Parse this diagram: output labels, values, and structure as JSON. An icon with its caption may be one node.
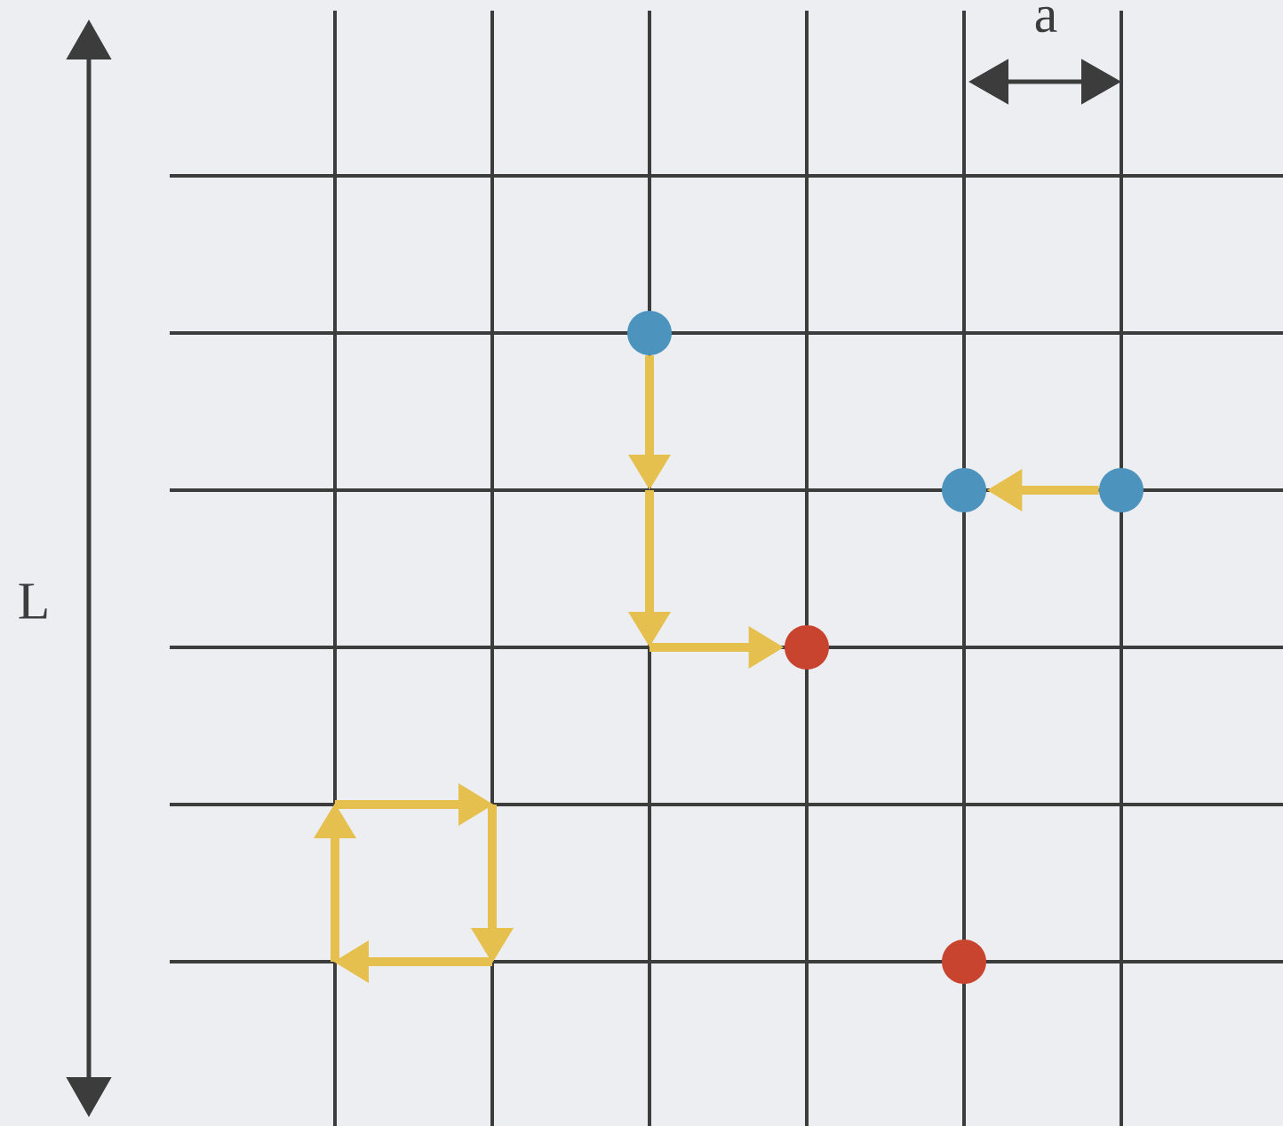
{
  "diagram": {
    "nodes": [
      {
        "text": [],
        "shape": "circle"
      },
      {
        "text": [],
        "shape": "circle"
      },
      {
        "text": [],
        "shape": "circle"
      },
      {
        "text": [],
        "shape": "circle"
      },
      {
        "text": [],
        "shape": "circle"
      }
    ],
    "edges": [
      {
        "from": 2,
        "to": 1,
        "arrow": "to"
      },
      {
        "from": 0,
        "to": null,
        "arrow": "to"
      },
      {
        "from": null,
        "to": 3,
        "arrow": "to"
      }
    ],
    "labels": [
      "a",
      "L"
    ]
  }
}
